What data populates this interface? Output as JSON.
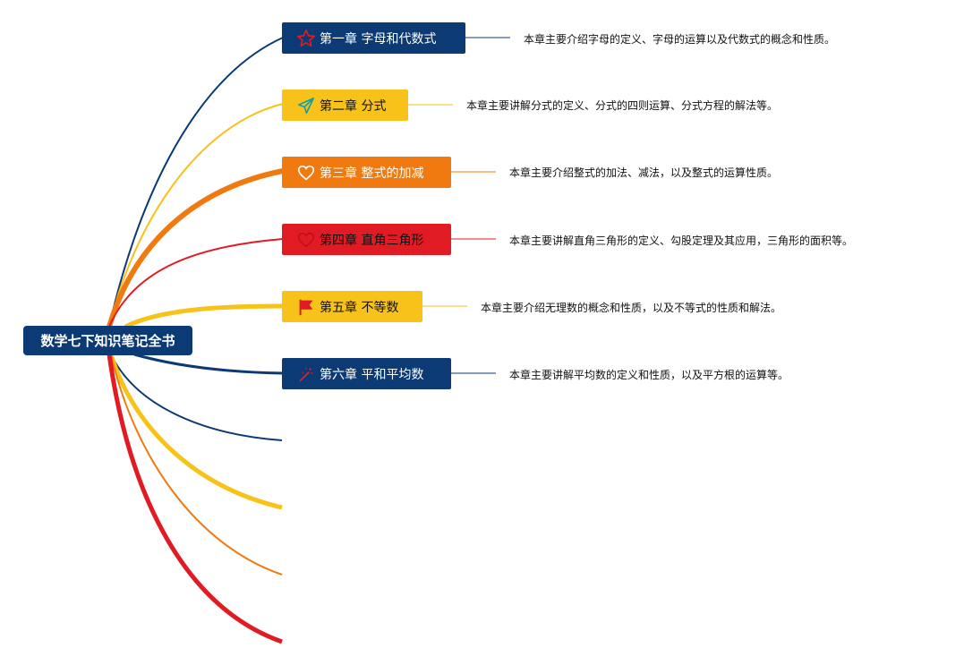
{
  "colors": {
    "navy": "#0b3a75",
    "yellow": "#f7c21a",
    "orange": "#f07a10",
    "red": "#e01b24"
  },
  "root": {
    "label": "数学七下知识笔记全书",
    "color": "#0b3a75"
  },
  "chapters": [
    {
      "title": "第一章 字母和代数式",
      "desc": "本章主要介绍字母的定义、字母的运算以及代数式的概念和性质。",
      "icon": "star-icon",
      "fill": "#0b3a75",
      "text_color": "#ffffff"
    },
    {
      "title": "第二章 分式",
      "desc": "本章主要讲解分式的定义、分式的四则运算、分式方程的解法等。",
      "icon": "paper-plane-icon",
      "fill": "#f7c21a",
      "text_color": "#111111"
    },
    {
      "title": "第三章 整式的加减",
      "desc": "本章主要介绍整式的加法、减法，以及整式的运算性质。",
      "icon": "heart-icon",
      "fill": "#f07a10",
      "text_color": "#ffffff"
    },
    {
      "title": "第四章 直角三角形",
      "desc": "本章主要讲解直角三角形的定义、勾股定理及其应用，三角形的面积等。",
      "icon": "heart-icon",
      "fill": "#e01b24",
      "text_color": "#111111"
    },
    {
      "title": "第五章 不等数",
      "desc": "本章主要介绍无理数的概念和性质，以及不等式的性质和解法。",
      "icon": "flag-icon",
      "fill": "#f7c21a",
      "text_color": "#111111"
    },
    {
      "title": "第六章 平和平均数",
      "desc": "本章主要讲解平均数的定义和性质，以及平方根的运算等。",
      "icon": "magic-wand-icon",
      "fill": "#0b3a75",
      "text_color": "#ffffff"
    }
  ],
  "empty_branches": [
    {
      "color": "#0b3a75"
    },
    {
      "color": "#f7c21a"
    },
    {
      "color": "#f07a10"
    },
    {
      "color": "#e01b24"
    }
  ]
}
